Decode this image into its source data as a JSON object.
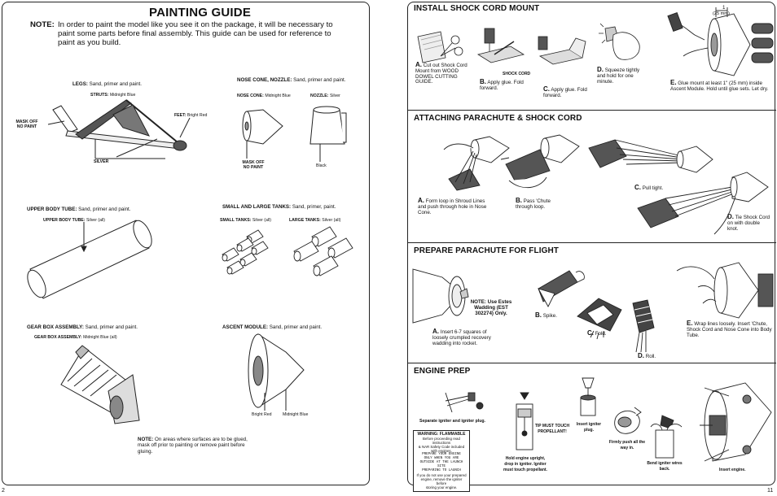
{
  "left_page": {
    "title": "PAINTING GUIDE",
    "note_label": "NOTE:",
    "note_text": "In order to paint the model like you see it on the package, it will be necessary to paint some parts before final assembly. This guide can be used for reference to paint as you build.",
    "legs": {
      "head": "LEGS:",
      "text": "Sand, primer and paint.",
      "struts": "STRUTS:",
      "struts_color": "Midnight Blue",
      "feet": "FEET:",
      "feet_color": "Bright Red",
      "mask_off": "MASK OFF NO PAINT",
      "silver": "SILVER"
    },
    "nose": {
      "head": "NOSE CONE, NOZZLE:",
      "text": "Sand, primer and paint.",
      "cone": "NOSE CONE:",
      "cone_color": "Midnight Blue",
      "nozzle": "NOZZLE:",
      "nozzle_color": "Silver",
      "mask_off": "MASK OFF NO PAINT",
      "black": "Black"
    },
    "upper": {
      "head": "UPPER BODY TUBE:",
      "text": "Sand, primer and paint.",
      "sub": "UPPER BODY TUBE:",
      "sub_color": "Silver (all)"
    },
    "tanks": {
      "head": "SMALL AND LARGE TANKS:",
      "text": "Sand, primer, paint.",
      "small": "SMALL TANKS:",
      "small_color": "Silver (all)",
      "large": "LARGE TANKS:",
      "large_color": "Silver (all)"
    },
    "gear": {
      "head": "GEAR BOX ASSEMBLY:",
      "text": "Sand, primer and paint.",
      "sub": "GEAR BOX ASSEMBLY:",
      "sub_color": "Midnight Blue (all)"
    },
    "ascent": {
      "head": "ASCENT MODULE:",
      "text": "Sand, primer and paint.",
      "red": "Bright Red",
      "blue": "Midnight Blue"
    },
    "bottom_note_label": "NOTE:",
    "bottom_note_text": "On areas where surfaces are to be glued, mask off prior to painting or remove paint before gluing.",
    "page_number": "2"
  },
  "right_page": {
    "sections": {
      "install": {
        "title": "INSTALL SHOCK CORD MOUNT",
        "a_letter": "A.",
        "a_text": "Cut out Shock Cord Mount from WOOD DOWEL CUTTING GUIDE.",
        "shock_cord": "SHOCK CORD",
        "b_letter": "B.",
        "b_text": "Apply glue. Fold forward.",
        "c_letter": "C.",
        "c_text": "Apply glue. Fold forward.",
        "d_letter": "D.",
        "d_text": "Squeeze tightly and hold for one minute.",
        "e_letter": "E.",
        "e_text": "Glue mount at least 1\" (25 mm) inside Ascent Module. Hold until glue sets. Let dry.",
        "dim_1": "1",
        "dim_mm": "(25 mm)"
      },
      "attach": {
        "title": "ATTACHING PARACHUTE & SHOCK CORD",
        "a_letter": "A.",
        "a_text": "Form loop in Shroud Lines and push through hole in Nose Cone.",
        "b_letter": "B.",
        "b_text": "Pass 'Chute through loop.",
        "c_letter": "C.",
        "c_text": "Pull tight.",
        "d_letter": "D.",
        "d_text": "Tie Shock Cord on with double knot."
      },
      "prepare": {
        "title": "PREPARE PARACHUTE FOR FLIGHT",
        "note": "NOTE: Use Estes Wadding (EST 302274) Only.",
        "a_letter": "A.",
        "a_text": "Insert 6-7 squares of loosely crumpled recovery wadding into rocket.",
        "b_letter": "B.",
        "b_text": "Spike.",
        "c_letter": "C.",
        "c_text": "Fold.",
        "d_letter": "D.",
        "d_text": "Roll.",
        "e_letter": "E.",
        "e_text": "Wrap lines loosely. Insert 'Chute, Shock Cord and Nose Cone into Body Tube."
      },
      "engine": {
        "title": "ENGINE PREP",
        "separate": "Separate igniter and igniter plug.",
        "warning_head": "WARNING: FLAMMABLE",
        "warning_l1": "Before proceeding read instructions",
        "warning_l2": "& NAR Safety Code included",
        "warning_l3": "with engines.",
        "warning_m1": "PREPARE YOUR ENGINE",
        "warning_m2": "ONLY WHEN YOU ARE",
        "warning_m3": "OUTSIDE AT THE LAUNCH SITE",
        "warning_m4": "PREPARING TO LAUNCH",
        "warning_f1": "If you do not use your prepared",
        "warning_f2": "engine, remove the igniter before",
        "warning_f3": "storing your engine.",
        "tip": "TIP MUST TOUCH PROPELLANT!",
        "hold": "Hold engine upright, drop in igniter. Igniter must touch propellant.",
        "insert_plug": "Insert igniter plug.",
        "firmly": "Firmly push all the way in.",
        "bend": "Bend igniter wires back.",
        "insert_engine": "Insert engine."
      }
    },
    "page_number": "11"
  }
}
